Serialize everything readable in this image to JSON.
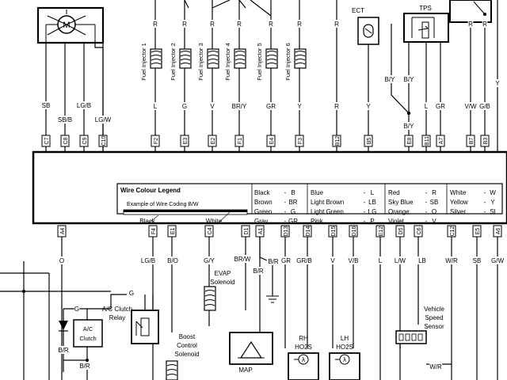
{
  "ecu": {
    "box_label": ""
  },
  "top_components": {
    "motor_symbol": "M",
    "ect": "ECT",
    "tps": "TPS",
    "injectors": [
      "Fuel Injector 1",
      "Fuel Injector 2",
      "Fuel Injector 3",
      "Fuel Injector 4",
      "Fuel Injector 5",
      "Fuel Injector 6"
    ]
  },
  "top_wire_labels": {
    "R": "R",
    "motor_wires": [
      "SB",
      "SB/B",
      "LG/B",
      "LG/W"
    ],
    "injector_wires": [
      "L",
      "G",
      "V",
      "BR/Y",
      "GR",
      "Y"
    ],
    "ect_wire": "Y",
    "right_group": [
      "R",
      "B/Y",
      "B/Y",
      "B/Y",
      "L",
      "GR",
      "V/W",
      "G/B",
      "Y"
    ]
  },
  "top_pins": [
    "C7",
    "C8",
    "C9",
    "C10",
    "F2",
    "E3",
    "E2",
    "F1",
    "E4",
    "F3",
    "B12",
    "B5",
    "E8",
    "B11",
    "A7",
    "B7",
    "B3"
  ],
  "bottom_pins": [
    "A4",
    "F4",
    "E1",
    "C4",
    "D1",
    "A1",
    "D13",
    "D14",
    "D15",
    "D16",
    "E12",
    "D5",
    "C6",
    "C12",
    "E5",
    "A6"
  ],
  "bottom_wire_labels": [
    "O",
    "LG/B",
    "B/O",
    "G/Y",
    "BR/W",
    "B/R",
    "GR",
    "GR/B",
    "V",
    "V/B",
    "L",
    "L/W",
    "LB",
    "W/R",
    "SB",
    "G/W"
  ],
  "bottom_components": {
    "ac_clutch": [
      "A/C",
      "Clutch"
    ],
    "ac_relay": [
      "A/C Clutch",
      "Relay"
    ],
    "evap": [
      "EVAP",
      "Solenoid"
    ],
    "boost": [
      "Boost",
      "Control",
      "Solenoid"
    ],
    "map": "MAP",
    "rh": [
      "RH",
      "HO2S"
    ],
    "lh": [
      "LH",
      "HO2S"
    ],
    "vss": [
      "Vehicle",
      "Speed",
      "Sensor"
    ],
    "misc_labels": {
      "g1": "G",
      "g2": "G",
      "br1": "B/R",
      "br2": "B/R",
      "br3": "B/R",
      "wr": "W/R",
      "lambda": "λ"
    }
  },
  "legend": {
    "title": "Wire Colour Legend",
    "example": "Example of Wire Coding B/W",
    "black_label": "Black",
    "white_label": "White",
    "columns": [
      [
        [
          "Black",
          "B"
        ],
        [
          "Brown",
          "BR"
        ],
        [
          "Green",
          "G"
        ],
        [
          "Gray",
          "GR"
        ]
      ],
      [
        [
          "Blue",
          "L"
        ],
        [
          "Light Brown",
          "LB"
        ],
        [
          "Light Green",
          "LG"
        ],
        [
          "Pink",
          "P"
        ]
      ],
      [
        [
          "Red",
          "R"
        ],
        [
          "Sky Blue",
          "SB"
        ],
        [
          "Orange",
          "O"
        ],
        [
          "Violet",
          "V"
        ]
      ],
      [
        [
          "White",
          "W"
        ],
        [
          "Yellow",
          "Y"
        ],
        [
          "Silver",
          "SI"
        ]
      ]
    ]
  }
}
